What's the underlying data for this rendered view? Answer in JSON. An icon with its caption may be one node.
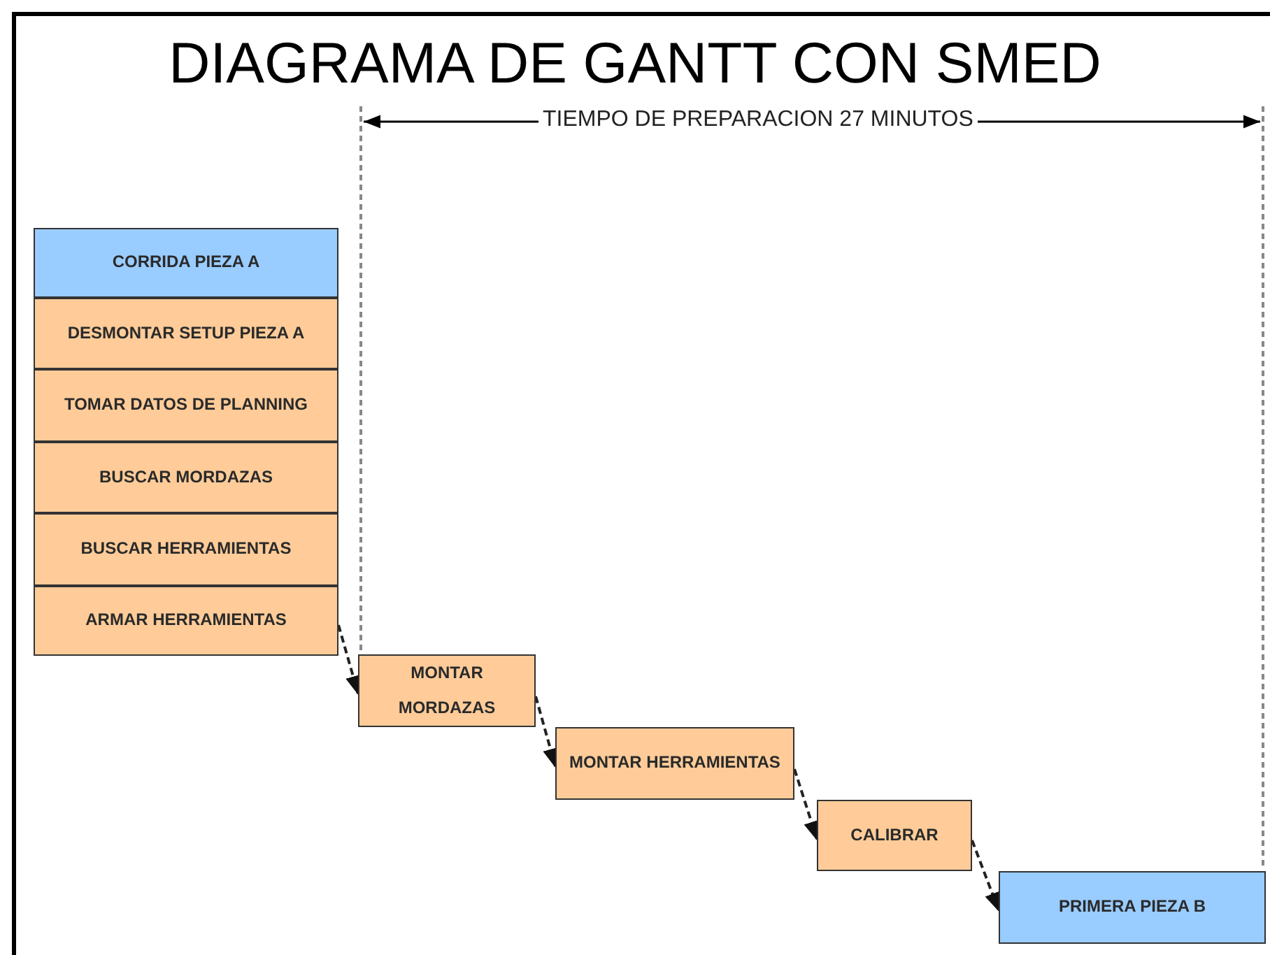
{
  "diagram": {
    "title": "DIAGRAMA DE GANTT CON SMED",
    "nodes": [
      {
        "text": [
          "CORRIDA PIEZA A"
        ]
      },
      {
        "text": [
          "DESMONTAR SETUP PIEZA A"
        ]
      },
      {
        "text": [
          "TOMAR DATOS DE PLANNING"
        ]
      },
      {
        "text": [
          "BUSCAR MORDAZAS"
        ]
      },
      {
        "text": [
          "BUSCAR HERRAMIENTAS"
        ]
      },
      {
        "text": [
          "ARMAR HERRAMIENTAS"
        ]
      },
      {
        "text": [
          "MONTAR MORDAZAS"
        ]
      },
      {
        "text": [
          "MONTAR HERRAMIENTAS"
        ]
      },
      {
        "text": [
          "CALIBRAR"
        ]
      },
      {
        "text": [
          "PRIMERA PIEZA B"
        ]
      }
    ],
    "edges": [
      {
        "from": 5,
        "to": 6,
        "arrow": "to",
        "style": "dashed"
      },
      {
        "from": 6,
        "to": 7,
        "arrow": "to",
        "style": "dashed"
      },
      {
        "from": 7,
        "to": 8,
        "arrow": "to",
        "style": "dashed"
      },
      {
        "from": 8,
        "to": 9,
        "arrow": "to",
        "style": "dashed"
      }
    ],
    "labels": [
      "TIEMPO DE PREPARACION 27 MINUTOS"
    ]
  }
}
